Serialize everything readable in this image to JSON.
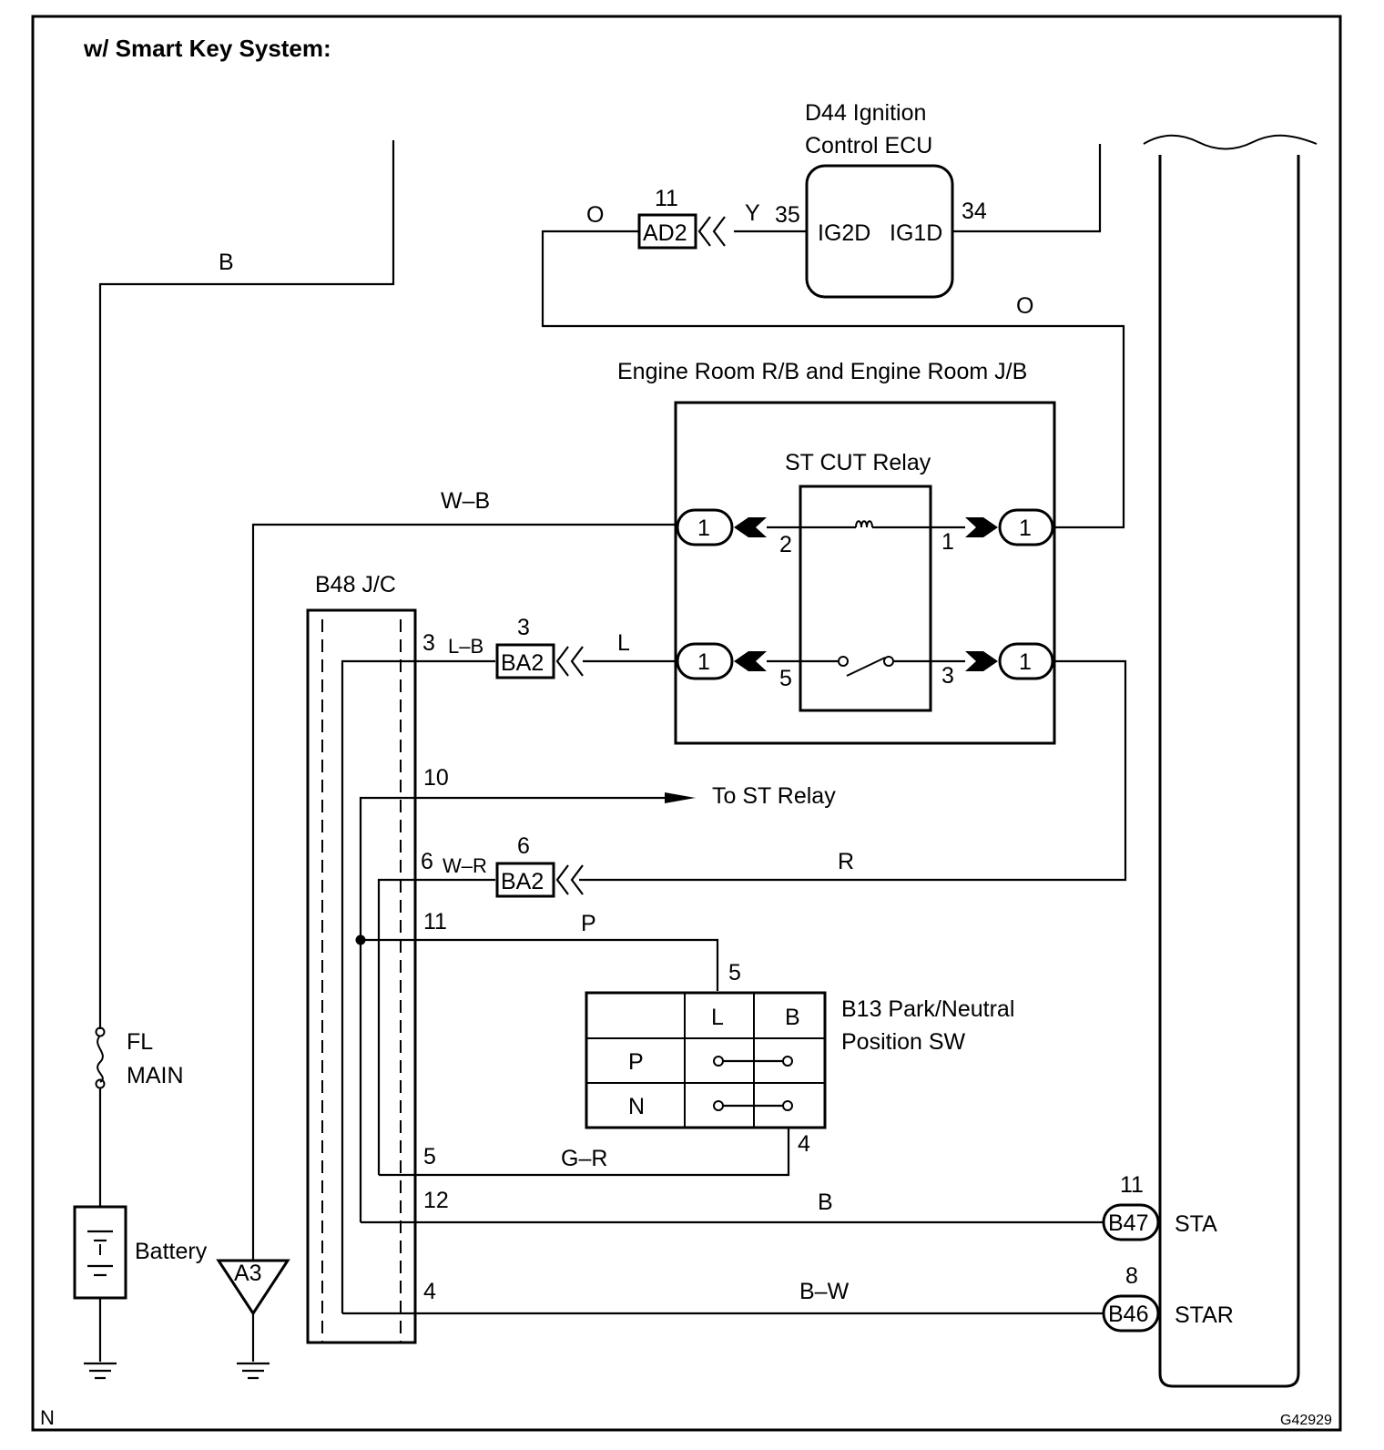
{
  "header": {
    "system_label": "w/ Smart Key System:"
  },
  "footer": {
    "corner_left": "N",
    "figure_id": "G42929"
  },
  "components": {
    "ecu": {
      "name_line1": "D44 Ignition",
      "name_line2": "Control ECU",
      "pin_ig2d": "IG2D",
      "pin_ig1d": "IG1D",
      "pin_num_left": "35",
      "pin_num_right": "34"
    },
    "relay_block": {
      "title": "Engine Room R/B and Engine Room J/B",
      "relay_name": "ST CUT Relay",
      "term_2": "2",
      "term_1": "1",
      "term_5": "5",
      "term_3": "3",
      "conn_1a": "1",
      "conn_1b": "1",
      "conn_1c": "1",
      "conn_1d": "1"
    },
    "jc": {
      "name": "B48 J/C",
      "pin_3": "3",
      "pin_10": "10",
      "pin_6": "6",
      "pin_11": "11",
      "pin_5": "5",
      "pin_12": "12",
      "pin_4": "4"
    },
    "pnp_switch": {
      "name_line1": "B13 Park/Neutral",
      "name_line2": "Position SW",
      "col_l": "L",
      "col_b": "B",
      "row_p": "P",
      "row_n": "N",
      "pin_5": "5",
      "pin_4": "4"
    },
    "fuse": {
      "name_line1": "FL",
      "name_line2": "MAIN"
    },
    "battery": {
      "name": "Battery"
    },
    "ground_a3": {
      "name": "A3"
    },
    "ecm": {
      "pin_sta": "STA",
      "pin_star": "STAR",
      "conn_b47": "B47",
      "conn_b46": "B46",
      "pin_num_11": "11",
      "pin_num_8": "8"
    }
  },
  "connectors": {
    "ad2": {
      "name": "AD2",
      "pin": "11"
    },
    "ba2_top": {
      "name": "BA2",
      "pin": "3"
    },
    "ba2_bottom": {
      "name": "BA2",
      "pin": "6"
    }
  },
  "wires": {
    "b_top": "B",
    "o_left": "O",
    "y": "Y",
    "o_right": "O",
    "w_b": "W–B",
    "l_b": "L–B",
    "l": "L",
    "to_st_relay": "To ST Relay",
    "w_r": "W–R",
    "r": "R",
    "p": "P",
    "g_r": "G–R",
    "b_sta": "B",
    "b_w": "B–W"
  }
}
